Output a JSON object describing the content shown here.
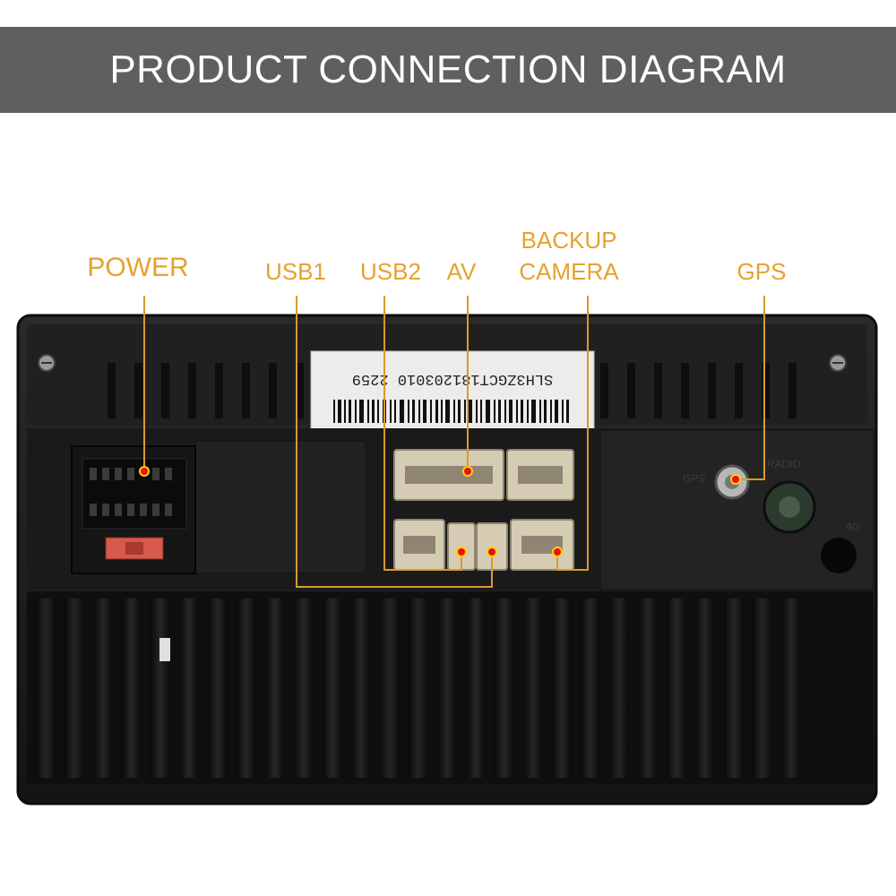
{
  "title": "PRODUCT CONNECTION DIAGRAM",
  "labels": {
    "power": "POWER",
    "usb1": "USB1",
    "usb2": "USB2",
    "av": "AV",
    "backup_camera_line1": "BACKUP",
    "backup_camera_line2": "CAMERA",
    "gps": "GPS"
  },
  "device": {
    "serial_label": "SLH3ZGCT181203010 2259",
    "port_marks": {
      "gps": "GPS",
      "radio": "RADIO",
      "fourg": "4G"
    }
  },
  "colors": {
    "banner": "#5f5f5f",
    "label_text": "#e6a12e",
    "leader_line": "#d79a2e",
    "marker": "#e8101a",
    "chassis": "#1c1c1c",
    "connector": "#d6ccb4"
  }
}
